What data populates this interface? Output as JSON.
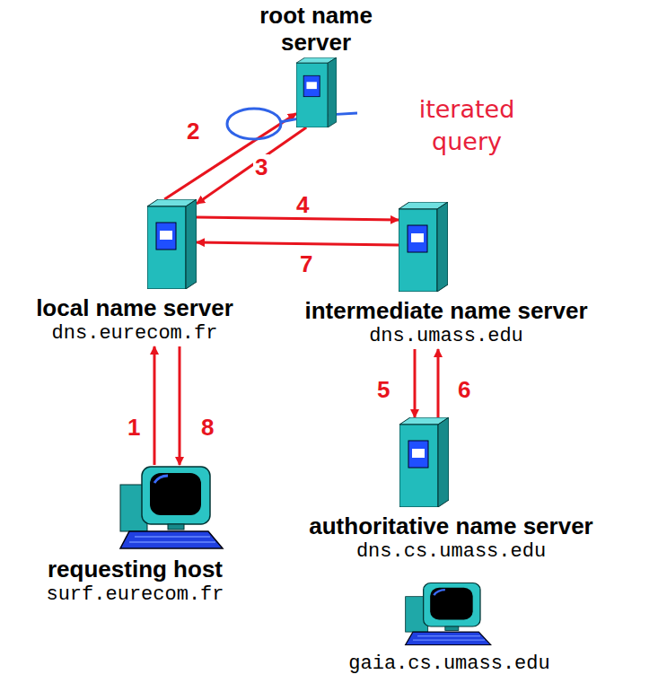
{
  "diagram": {
    "nodes": [
      {
        "text": [
          "root name server"
        ]
      },
      {
        "text": [
          "local name server",
          "dns.eurecom.fr"
        ]
      },
      {
        "text": [
          "intermediate name server",
          "dns.umass.edu"
        ]
      },
      {
        "text": [
          "authoritative name server",
          "dns.cs.umass.edu"
        ]
      },
      {
        "text": [
          "requesting host",
          "surf.eurecom.fr"
        ]
      },
      {
        "text": [
          "gaia.cs.umass.edu"
        ]
      }
    ],
    "edges": [
      {
        "from": 1,
        "to": 0,
        "arrow": "to",
        "label": "2"
      },
      {
        "from": 0,
        "to": 1,
        "arrow": "to",
        "label": "3"
      },
      {
        "from": 1,
        "to": 2,
        "arrow": "to",
        "label": "4"
      },
      {
        "from": 2,
        "to": 1,
        "arrow": "to",
        "label": "7"
      },
      {
        "from": 4,
        "to": 1,
        "arrow": "to",
        "label": "1"
      },
      {
        "from": 1,
        "to": 4,
        "arrow": "to",
        "label": "8"
      },
      {
        "from": 2,
        "to": 3,
        "arrow": "to",
        "label": "5"
      },
      {
        "from": 3,
        "to": 2,
        "arrow": "to",
        "label": "6"
      }
    ],
    "labels": [
      "iterated query"
    ]
  }
}
